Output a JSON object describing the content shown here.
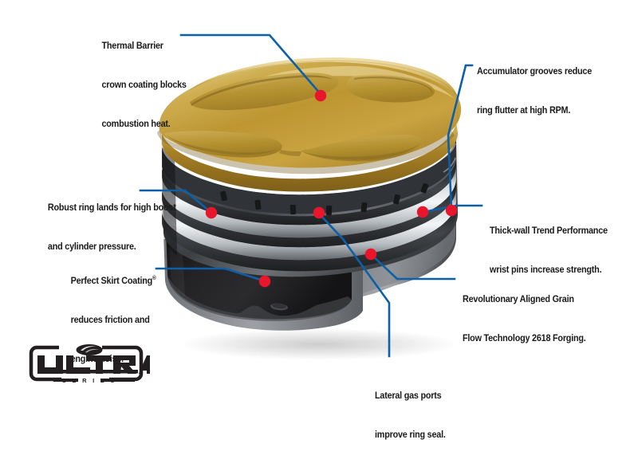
{
  "product": {
    "brand_logo_text": "ULTRA",
    "brand_logo_subtext": "S E R I E S",
    "subject": "forged-piston-cutaway"
  },
  "colors": {
    "leader_blue": "#0d5fa8",
    "marker_red": "#e8152b",
    "text_black": "#1a1a1a",
    "crown_gold": "#bd9632",
    "crown_gold_light": "#d9bb63",
    "crown_gold_dark": "#9a7726",
    "ring_land_silver": "#b9bcc0",
    "ring_land_dark": "#6d7277",
    "skirt_black": "#1b1b1d",
    "body_grey": "#8a8d91",
    "logo_black": "#231f20",
    "background": "#ffffff"
  },
  "callouts": [
    {
      "id": "thermal-barrier",
      "lines": [
        "Thermal Barrier",
        "crown coating blocks",
        "combustion heat."
      ],
      "side": "left"
    },
    {
      "id": "accumulator-grooves",
      "lines": [
        "Accumulator grooves reduce",
        "ring flutter at high RPM."
      ],
      "side": "right"
    },
    {
      "id": "ring-lands",
      "lines": [
        "Robust ring lands for high boost",
        "and cylinder pressure."
      ],
      "side": "left"
    },
    {
      "id": "wrist-pins",
      "lines": [
        "Thick-wall Trend Performance",
        "wrist pins increase strength."
      ],
      "side": "right"
    },
    {
      "id": "skirt-coating",
      "lines": [
        "Perfect Skirt Coating",
        "reduces friction and",
        "engine noise."
      ],
      "trademark": "®",
      "side": "left"
    },
    {
      "id": "grain-flow",
      "lines": [
        "Revolutionary Aligned Grain",
        "Flow Technology 2618 Forging."
      ],
      "side": "right"
    },
    {
      "id": "gas-ports",
      "lines": [
        "Lateral gas ports",
        "improve ring seal."
      ],
      "side": "center"
    }
  ]
}
